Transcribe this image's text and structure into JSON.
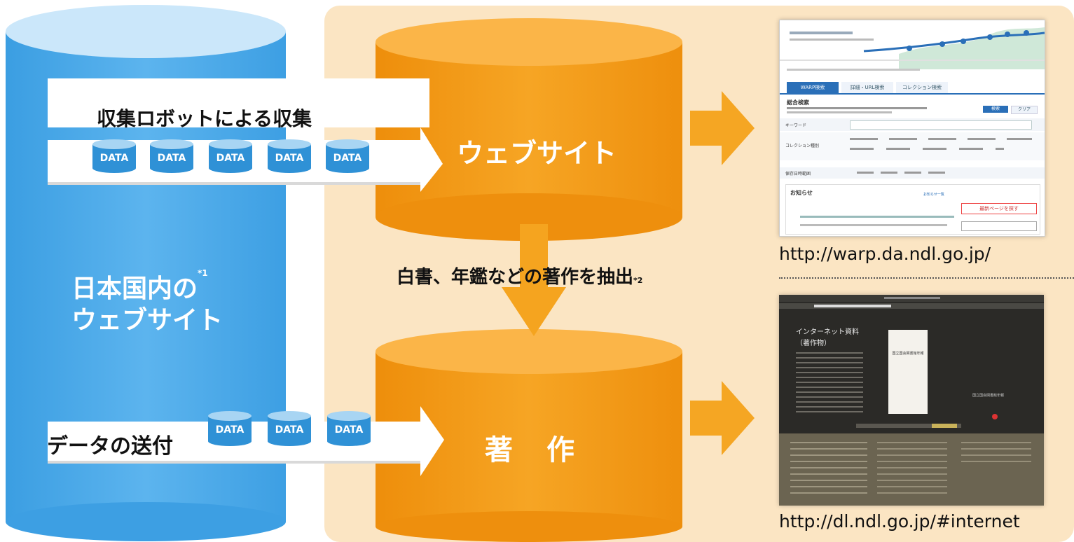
{
  "left_db": {
    "label_line1": "日本国内の",
    "footnote1": "*1",
    "label_line2": "ウェブサイト"
  },
  "collect": {
    "label": "収集ロボットによる収集",
    "chips": [
      "DATA",
      "DATA",
      "DATA",
      "DATA",
      "DATA"
    ]
  },
  "submit": {
    "label": "データの送付",
    "chips": [
      "DATA",
      "DATA",
      "DATA"
    ]
  },
  "website_db": {
    "label": "ウェブサイト"
  },
  "works_db": {
    "label": "著　作"
  },
  "extract": {
    "label": "白書、年鑑などの著作を抽出",
    "footnote": "*2"
  },
  "warp": {
    "url": "http://warp.da.ndl.go.jp/",
    "tabs": [
      "WARP検索",
      "詳細・URL検索",
      "コレクション検索"
    ],
    "section_title": "総合検索",
    "keyword_label": "キーワード",
    "collection_label": "コレクション種別",
    "period_label": "保存日時範囲",
    "search_button": "検索",
    "clear_button": "クリア",
    "news_title": "お知らせ",
    "news_more": "お知らせ一覧",
    "side_button": "最新ページを探す"
  },
  "dl": {
    "url": "http://dl.ndl.go.jp/#internet",
    "heading_line1": "インターネット資料",
    "heading_line2": "（著作物）",
    "book_title": "国立国会図書館年報",
    "book_caption": "国立国会図書館年報"
  },
  "colors": {
    "blue": "#4aa7e8",
    "blue_top": "#cbe7fa",
    "orange": "#f39c18",
    "orange_top": "#fbb548",
    "panel": "#fbe5c3",
    "arrow_orange": "#f5a623"
  }
}
